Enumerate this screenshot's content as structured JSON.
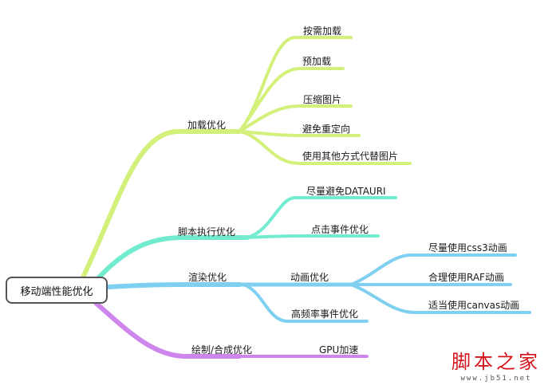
{
  "title": "移动端性能优化",
  "colors": {
    "load": "#d2f07a",
    "script": "#72ecd0",
    "render": "#7fd0f0",
    "paint": "#cf86ec",
    "root_border": "#555555",
    "watermark": "#d4141c"
  },
  "root": {
    "label": "移动端性能优化"
  },
  "branches": [
    {
      "label": "加载优化",
      "color": "#d2f07a",
      "children": [
        {
          "label": "按需加载"
        },
        {
          "label": "预加载"
        },
        {
          "label": "压缩图片"
        },
        {
          "label": "避免重定向"
        },
        {
          "label": "使用其他方式代替图片"
        }
      ]
    },
    {
      "label": "脚本执行优化",
      "color": "#72ecd0",
      "children": [
        {
          "label": "尽量避免DATAURI"
        },
        {
          "label": "点击事件优化"
        }
      ]
    },
    {
      "label": "渲染优化",
      "color": "#7fd0f0",
      "children": [
        {
          "label": "动画优化",
          "children": [
            {
              "label": "尽量使用css3动画"
            },
            {
              "label": "合理使用RAF动画"
            },
            {
              "label": "适当使用canvas动画"
            }
          ]
        },
        {
          "label": "高频率事件优化"
        }
      ]
    },
    {
      "label": "绘制/合成优化",
      "color": "#cf86ec",
      "children": [
        {
          "label": "GPU加速"
        }
      ]
    }
  ],
  "watermark": {
    "name": "脚本之家",
    "url": "www.jb51.net"
  }
}
